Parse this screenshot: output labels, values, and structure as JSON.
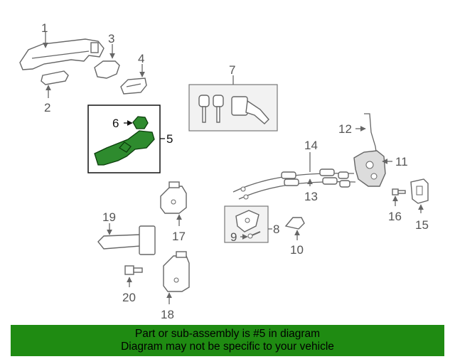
{
  "diagram": {
    "highlight_color": "#2e8b2e",
    "labels": {
      "p1": "1",
      "p2": "2",
      "p3": "3",
      "p4": "4",
      "p5": "5",
      "p6": "6",
      "p7": "7",
      "p8": "8",
      "p9": "9",
      "p10": "10",
      "p11": "11",
      "p12": "12",
      "p13": "13",
      "p14": "14",
      "p15": "15",
      "p16": "16",
      "p17": "17",
      "p18": "18",
      "p19": "19",
      "p20": "20"
    }
  },
  "banner": {
    "line1": "Part or sub-assembly is #5 in diagram",
    "line2": "Diagram may not be specific to your vehicle",
    "background": "#1f8b12"
  }
}
